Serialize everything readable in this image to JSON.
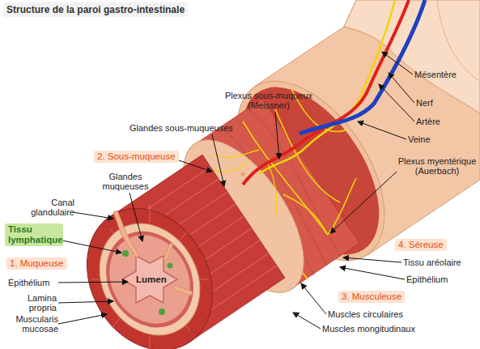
{
  "diagram": {
    "title": "Structure de la paroi gastro-intestinale",
    "nodes": [
      {
        "text": [
          "2. Sous-muqueuse"
        ]
      },
      {
        "text": [
          "Tissu lymphatique"
        ]
      },
      {
        "text": [
          "1. Muqueuse"
        ]
      },
      {
        "text": [
          "4. Séreuse"
        ]
      },
      {
        "text": [
          "3. Musculeuse"
        ]
      }
    ],
    "labels": [
      "Mésentère",
      "Nerf",
      "Artère",
      "Veine",
      "Plexus sous-muqueux (Meissner)",
      "Glandes sous-muqueuses",
      "Glandes muqueuses",
      "Canal glandulaire",
      "Lumen",
      "Épithélium",
      "Lamina propria",
      "Muscularis mucosae",
      "Plexus myentérique (Auerbach)",
      "Tissu aréolaire",
      "Épithélium",
      "Muscles circulaires",
      "Muscles mongitudinaux"
    ]
  }
}
